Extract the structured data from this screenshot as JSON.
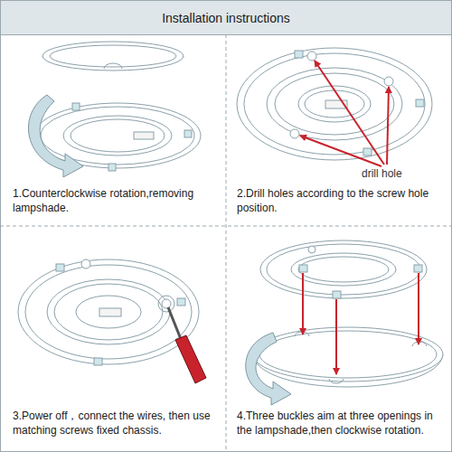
{
  "diagram": {
    "title": "Installation instructions",
    "labels": [
      "1.Counterclockwise rotation,removing lampshade.",
      "drill hole",
      "2.Drill holes according to the screw hole position.",
      "3.Power off，connect the wires, then use matching screws fixed chassis.",
      "4.Three buckles aim at three openings in the lampshade,then clockwise rotation."
    ]
  }
}
